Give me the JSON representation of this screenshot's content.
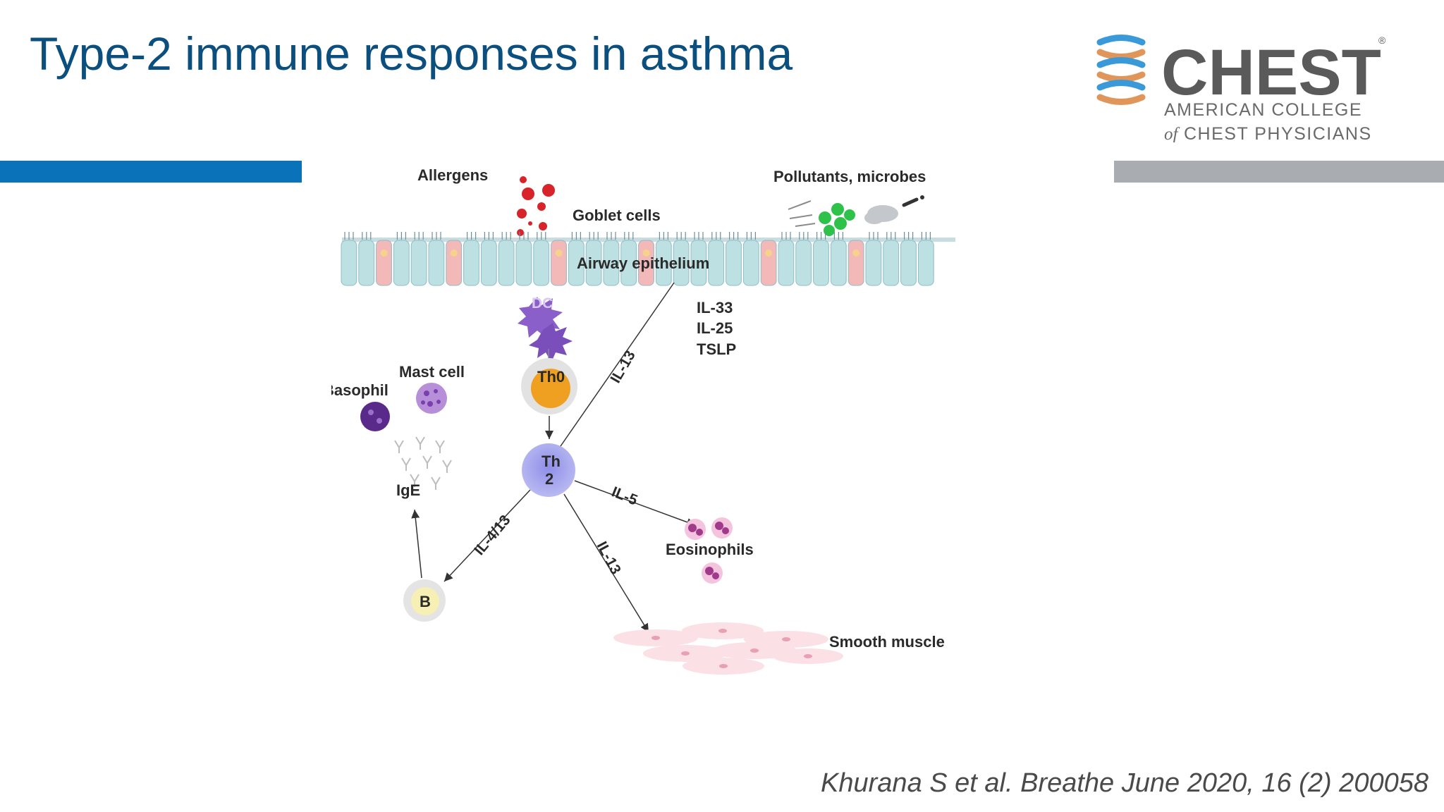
{
  "slide": {
    "title": "Type-2 immune responses in asthma",
    "citation": "Khurana S et al. Breathe June 2020, 16 (2) 200058",
    "accent_blue": "#0a72b8",
    "accent_gray": "#a9adb1",
    "title_color": "#0b4f7f"
  },
  "logo": {
    "wordmark": "CHEST",
    "registered": "®",
    "line1": "AMERICAN COLLEGE",
    "line2_of": "of",
    "line2_rest": "CHEST PHYSICIANS",
    "icon": "dna-helix-icon"
  },
  "diagram": {
    "labels": {
      "allergens": "Allergens",
      "pollutants": "Pollutants, microbes",
      "goblet": "Goblet cells",
      "epithelium": "Airway epithelium",
      "il33": "IL-33",
      "il25": "IL-25",
      "tslp": "TSLP",
      "dc": "DC",
      "th0": "Th0",
      "th2_line1": "Th",
      "th2_line2": "2",
      "mast": "Mast cell",
      "basophil": "Basophil",
      "ige": "IgE",
      "b": "B",
      "eosinophils": "Eosinophils",
      "smooth_muscle": "Smooth muscle",
      "edge_il13_top": "IL-13",
      "edge_il5": "IL-5",
      "edge_il413": "IL-4/13",
      "edge_il13_bottom": "IL-13"
    }
  }
}
